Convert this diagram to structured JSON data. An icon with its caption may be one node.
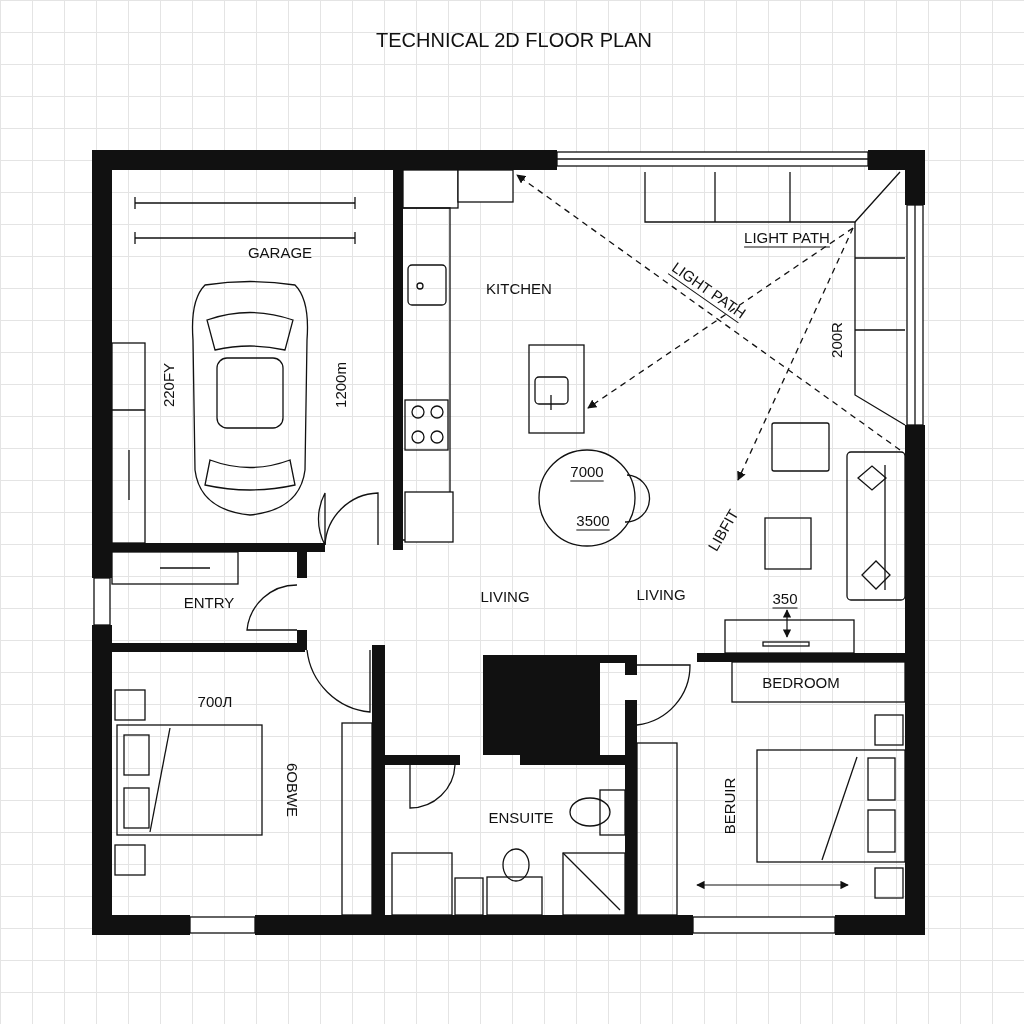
{
  "diagram": {
    "title": "TECHNICAL 2D FLOOR PLAN",
    "labels": [
      "GARAGE",
      "220FY",
      "1200m",
      "KITCHEN",
      "LIGHT PATH",
      "LIGHT PATH",
      "200R",
      "7000",
      "3500",
      "LIBFIT",
      "350",
      "LIVING",
      "LIVING",
      "ENTRY",
      "BEDROOM",
      "700Л",
      "6OBWE",
      "ENSUITE",
      "BERUIR"
    ]
  }
}
